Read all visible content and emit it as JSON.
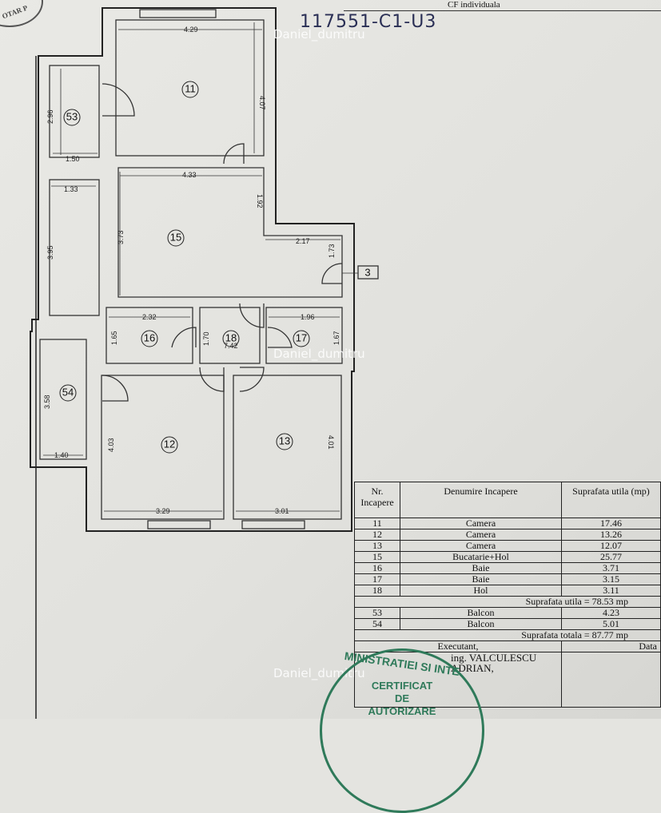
{
  "header": {
    "handwritten_id": "117551-C1-U3",
    "top_strip_text": "CF individuala",
    "left_stamp_text": "OTAR P"
  },
  "watermark": "Daniel_dumitru",
  "plan": {
    "rooms": [
      {
        "nr": "11"
      },
      {
        "nr": "53"
      },
      {
        "nr": "15"
      },
      {
        "nr": "16"
      },
      {
        "nr": "18"
      },
      {
        "nr": "17"
      },
      {
        "nr": "54"
      },
      {
        "nr": "12"
      },
      {
        "nr": "13"
      }
    ],
    "dims": [
      "4.29",
      "4.07",
      "2.96",
      "1.50",
      "4.33",
      "1.92",
      "1.33",
      "3.95",
      "3.73",
      "2.17",
      "1.73",
      "2.32",
      "1.65",
      "1.70",
      "7.42",
      "1.96",
      "1.67",
      "3.58",
      "1.40",
      "4.03",
      "3.29",
      "3.01",
      "4.01"
    ],
    "entrance": "3"
  },
  "table": {
    "headers": [
      "Nr. Incapere",
      "Denumire Incapere",
      "Suprafata utila (mp)"
    ],
    "rows": [
      {
        "nr": "11",
        "name": "Camera",
        "area": "17.46"
      },
      {
        "nr": "12",
        "name": "Camera",
        "area": "13.26"
      },
      {
        "nr": "13",
        "name": "Camera",
        "area": "12.07"
      },
      {
        "nr": "15",
        "name": "Bucatarie+Hol",
        "area": "25.77"
      },
      {
        "nr": "16",
        "name": "Baie",
        "area": "3.71"
      },
      {
        "nr": "17",
        "name": "Baie",
        "area": "3.15"
      },
      {
        "nr": "18",
        "name": "Hol",
        "area": "3.11"
      }
    ],
    "useful_total": "Suprafata utila = 78.53 mp",
    "balcony_rows": [
      {
        "nr": "53",
        "name": "Balcon",
        "area": "4.23"
      },
      {
        "nr": "54",
        "name": "Balcon",
        "area": "5.01"
      }
    ],
    "grand_total": "Suprafata totala = 87.77 mp",
    "executant_label": "Executant,",
    "date_label": "Data",
    "executant_name": "ing. VALCULESCU ADRIAN,"
  },
  "stamp": {
    "ring": "MINISTRATIEI SI INTE",
    "line1": "CERTIFICAT",
    "line2": "DE",
    "line3": "AUTORIZARE"
  },
  "colors": {
    "stamp": "#2f7a5a",
    "handwriting": "#2a2f55"
  }
}
